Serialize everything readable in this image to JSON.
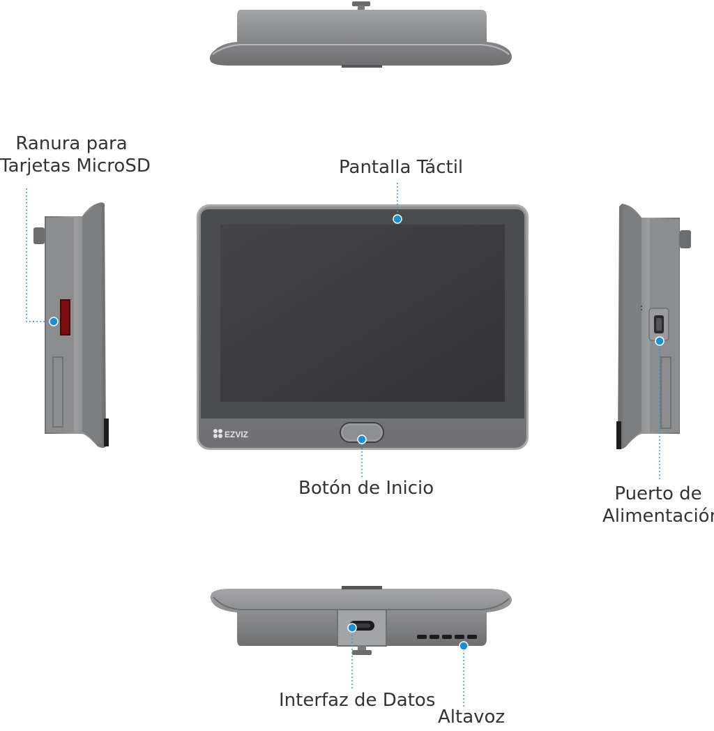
{
  "colors": {
    "background": "#ffffff",
    "device_shell": "#858688",
    "device_shell_dark": "#5c5d5f",
    "device_shell_light": "#a8a9ab",
    "screen": "#3a3a3c",
    "screen_bezel": "#4a4b4d",
    "callout_dot": "#1a8fd6",
    "callout_line": "#2a9ad8",
    "label_text": "#333333"
  },
  "brand": {
    "logo_text": "EZVIZ"
  },
  "labels": {
    "touch_screen": "Pantalla Táctil",
    "home_button": "Botón de Inicio",
    "microsd_slot_line1": "Ranura para",
    "microsd_slot_line2": "Tarjetas MicroSD",
    "power_port_line1": "Puerto de",
    "power_port_line2": "Alimentación",
    "data_interface": "Interfaz de Datos",
    "speaker": "Altavoz"
  }
}
